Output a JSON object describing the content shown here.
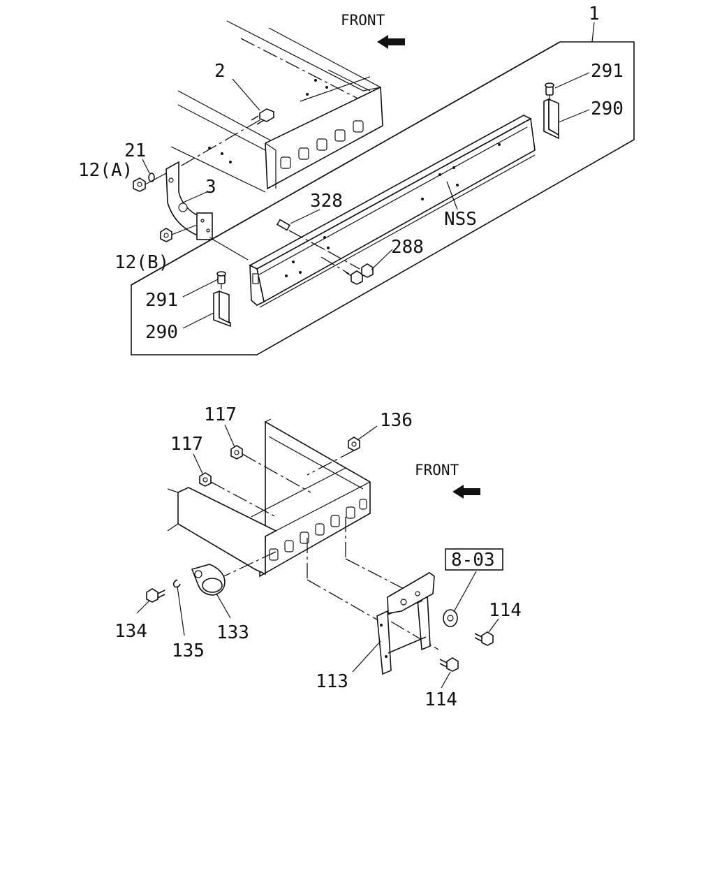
{
  "upper_assembly": {
    "front_label": "FRONT",
    "callouts": {
      "c1": "1",
      "c2": "2",
      "c21": "21",
      "c12a": "12(A)",
      "c3": "3",
      "c12b": "12(B)",
      "c328": "328",
      "cnss": "NSS",
      "c288": "288",
      "c291_top": "291",
      "c290_top": "290",
      "c291_bottom": "291",
      "c290_bottom": "290"
    }
  },
  "lower_assembly": {
    "front_label": "FRONT",
    "reference_box": "8-03",
    "callouts": {
      "c117_a": "117",
      "c117_b": "117",
      "c136": "136",
      "c134": "134",
      "c135": "135",
      "c133": "133",
      "c113": "113",
      "c114_a": "114",
      "c114_b": "114"
    }
  }
}
